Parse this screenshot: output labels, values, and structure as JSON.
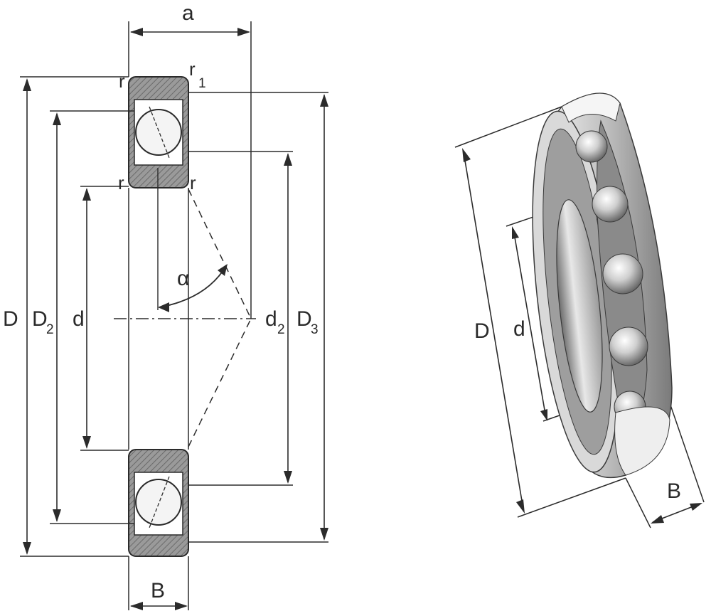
{
  "section_view": {
    "labels": {
      "a": "a",
      "r1_main": "r",
      "r1_sub": "1",
      "r_top_left": "r",
      "r_mid_left": "r",
      "r_mid_right": "r",
      "alpha": "α",
      "D": "D",
      "D2_main": "D",
      "D2_sub": "2",
      "d": "d",
      "d2_main": "d",
      "d2_sub": "2",
      "D3_main": "D",
      "D3_sub": "3",
      "B": "B"
    }
  },
  "perspective_view": {
    "labels": {
      "D": "D",
      "d": "d",
      "B": "B"
    }
  },
  "colors": {
    "line": "#2b2b2b",
    "ring_fill": "#8c8c8c",
    "ring_light": "#c9c9c9",
    "ball_fill": "#e6e6e6"
  }
}
